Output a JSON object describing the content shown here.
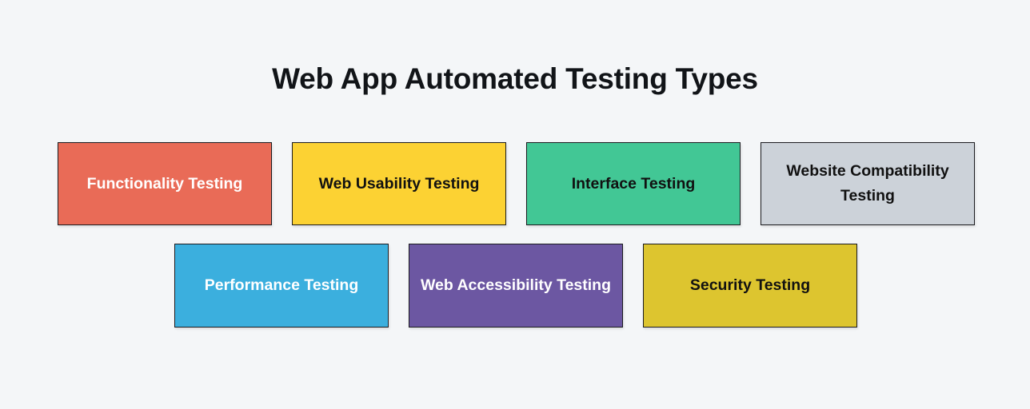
{
  "page": {
    "title": "Web App Automated Testing Types",
    "background_color": "#f4f6f8",
    "title_color": "#111418"
  },
  "diagram": {
    "type": "grouped-box-list",
    "rows": [
      {
        "id": "row-1",
        "boxes": [
          {
            "label": "Functionality Testing",
            "fill": "#e96b57",
            "text_color": "#ffffff",
            "border_color": "#1b1b1f"
          },
          {
            "label": "Web Usability Testing",
            "fill": "#fcd233",
            "text_color": "#111111",
            "border_color": "#1b1b1f"
          },
          {
            "label": "Interface Testing",
            "fill": "#42c795",
            "text_color": "#111111",
            "border_color": "#1b1b1f"
          },
          {
            "label": "Website Compatibility Testing",
            "fill": "#ccd2d9",
            "text_color": "#111111",
            "border_color": "#1b1b1f"
          }
        ]
      },
      {
        "id": "row-2",
        "boxes": [
          {
            "label": "Performance Testing",
            "fill": "#3bafde",
            "text_color": "#ffffff",
            "border_color": "#1b1b1f"
          },
          {
            "label": "Web Accessibility Testing",
            "fill": "#6c57a2",
            "text_color": "#ffffff",
            "border_color": "#1b1b1f"
          },
          {
            "label": "Security Testing",
            "fill": "#ddc52f",
            "text_color": "#111111",
            "border_color": "#1b1b1f"
          }
        ]
      }
    ]
  }
}
